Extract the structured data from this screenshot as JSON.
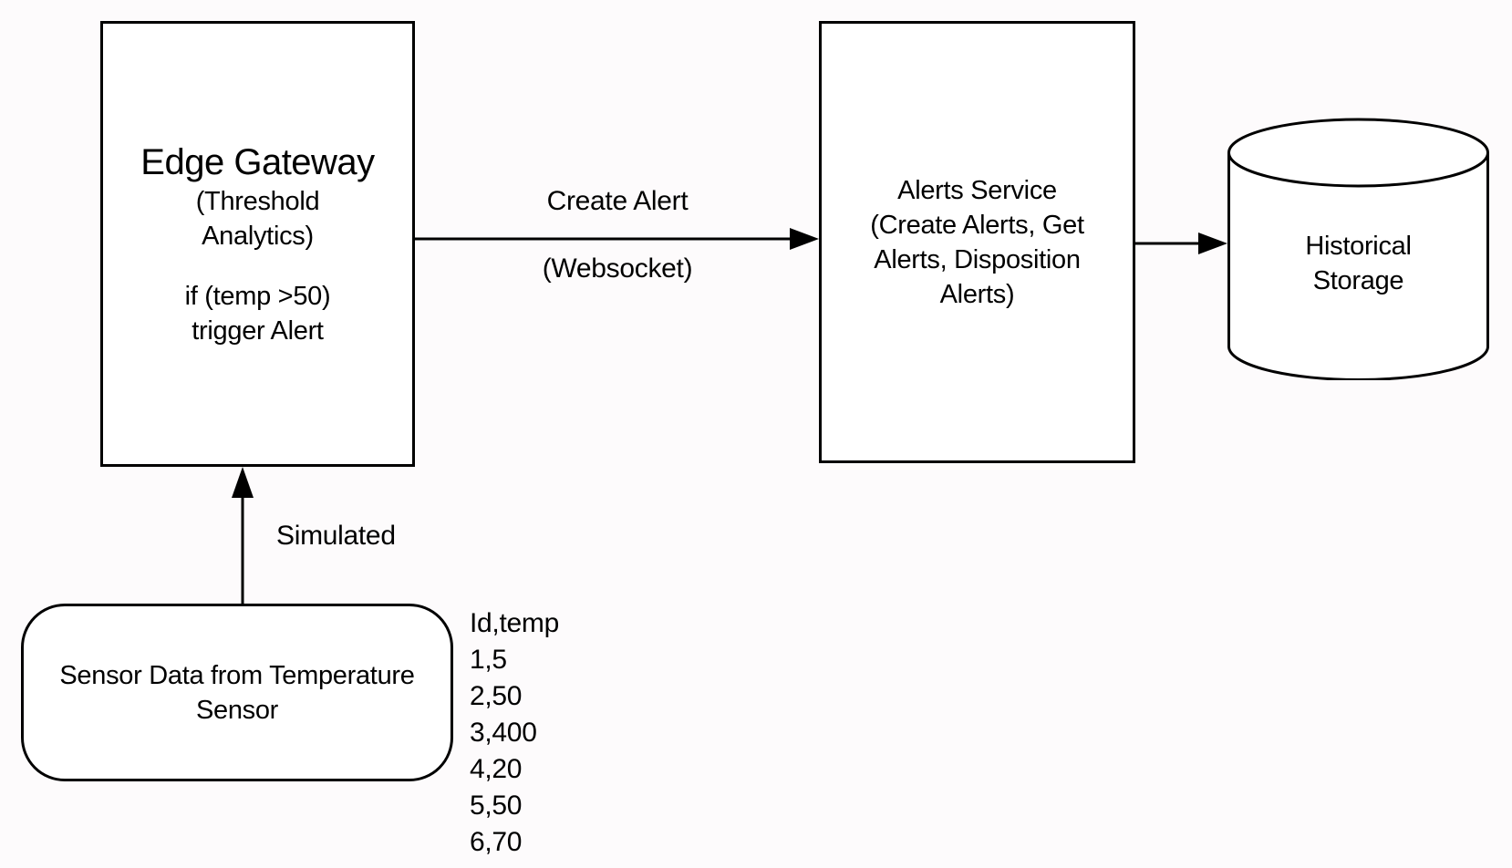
{
  "canvas": {
    "background_color": "#fdfbfc",
    "stroke_color": "#000000",
    "node_fill_color": "#ffffff"
  },
  "nodes": {
    "edge_gateway": {
      "title": "Edge Gateway",
      "subtitle_lines": [
        "(Threshold",
        "Analytics)"
      ],
      "rule_lines": [
        "if (temp >50)",
        "trigger Alert"
      ]
    },
    "alerts_service": {
      "title": "Alerts Service",
      "detail_lines": [
        "(Create Alerts, Get",
        "Alerts, Disposition",
        "Alerts)"
      ]
    },
    "historical_storage": {
      "label": "Historical Storage"
    },
    "sensor_data": {
      "label": "Sensor Data from Temperature Sensor"
    }
  },
  "edges": {
    "create_alert": {
      "label": "Create Alert",
      "sublabel": "(Websocket)"
    },
    "simulated": {
      "label": "Simulated"
    }
  },
  "sensor_csv": {
    "lines": [
      "Id,temp",
      "1,5",
      "2,50",
      "3,400",
      "4,20",
      "5,50",
      "6,70"
    ]
  }
}
